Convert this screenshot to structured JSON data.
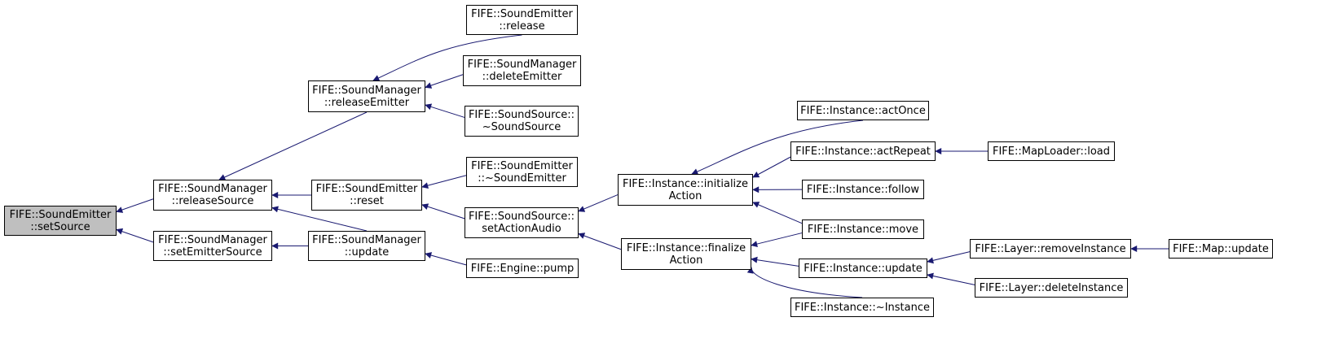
{
  "diagram": {
    "root": "n_setSource",
    "colors": {
      "edge": "#191970",
      "root_fill": "#bfbfbf",
      "node_fill": "#ffffff",
      "border": "#000000"
    },
    "nodes": [
      {
        "id": "n_setSource",
        "lines": [
          "FIFE::SoundEmitter",
          "::setSource"
        ]
      },
      {
        "id": "n_releaseSource",
        "lines": [
          "FIFE::SoundManager",
          "::releaseSource"
        ]
      },
      {
        "id": "n_setEmitterSource",
        "lines": [
          "FIFE::SoundManager",
          "::setEmitterSource"
        ]
      },
      {
        "id": "n_releaseEmitter",
        "lines": [
          "FIFE::SoundManager",
          "::releaseEmitter"
        ]
      },
      {
        "id": "n_reset",
        "lines": [
          "FIFE::SoundEmitter",
          "::reset"
        ]
      },
      {
        "id": "n_smUpdate",
        "lines": [
          "FIFE::SoundManager",
          "::update"
        ]
      },
      {
        "id": "n_release",
        "lines": [
          "FIFE::SoundEmitter",
          "::release"
        ]
      },
      {
        "id": "n_deleteEmitter",
        "lines": [
          "FIFE::SoundManager",
          "::deleteEmitter"
        ]
      },
      {
        "id": "n_dtorSoundSource",
        "lines": [
          "FIFE::SoundSource::",
          "~SoundSource"
        ]
      },
      {
        "id": "n_dtorSoundEmitter",
        "lines": [
          "FIFE::SoundEmitter",
          "::~SoundEmitter"
        ]
      },
      {
        "id": "n_setActionAudio",
        "lines": [
          "FIFE::SoundSource::",
          "setActionAudio"
        ]
      },
      {
        "id": "n_pump",
        "lines": [
          "FIFE::Engine::pump"
        ]
      },
      {
        "id": "n_initializeAction",
        "lines": [
          "FIFE::Instance::initialize",
          "Action"
        ]
      },
      {
        "id": "n_finalizeAction",
        "lines": [
          "FIFE::Instance::finalize",
          "Action"
        ]
      },
      {
        "id": "n_actOnce",
        "lines": [
          "FIFE::Instance::actOnce"
        ]
      },
      {
        "id": "n_actRepeat",
        "lines": [
          "FIFE::Instance::actRepeat"
        ]
      },
      {
        "id": "n_follow",
        "lines": [
          "FIFE::Instance::follow"
        ]
      },
      {
        "id": "n_move",
        "lines": [
          "FIFE::Instance::move"
        ]
      },
      {
        "id": "n_instUpdate",
        "lines": [
          "FIFE::Instance::update"
        ]
      },
      {
        "id": "n_dtorInstance",
        "lines": [
          "FIFE::Instance::~Instance"
        ]
      },
      {
        "id": "n_mapLoaderLoad",
        "lines": [
          "FIFE::MapLoader::load"
        ]
      },
      {
        "id": "n_removeInstance",
        "lines": [
          "FIFE::Layer::removeInstance"
        ]
      },
      {
        "id": "n_deleteInstance",
        "lines": [
          "FIFE::Layer::deleteInstance"
        ]
      },
      {
        "id": "n_mapUpdate",
        "lines": [
          "FIFE::Map::update"
        ]
      }
    ],
    "edges": [
      {
        "from": "n_releaseSource",
        "to": "n_setSource"
      },
      {
        "from": "n_setEmitterSource",
        "to": "n_setSource"
      },
      {
        "from": "n_releaseEmitter",
        "to": "n_releaseSource"
      },
      {
        "from": "n_reset",
        "to": "n_releaseSource"
      },
      {
        "from": "n_smUpdate",
        "to": "n_releaseSource"
      },
      {
        "from": "n_smUpdate",
        "to": "n_setEmitterSource"
      },
      {
        "from": "n_release",
        "to": "n_releaseEmitter"
      },
      {
        "from": "n_deleteEmitter",
        "to": "n_releaseEmitter"
      },
      {
        "from": "n_dtorSoundSource",
        "to": "n_releaseEmitter"
      },
      {
        "from": "n_dtorSoundEmitter",
        "to": "n_reset"
      },
      {
        "from": "n_setActionAudio",
        "to": "n_reset"
      },
      {
        "from": "n_pump",
        "to": "n_smUpdate"
      },
      {
        "from": "n_initializeAction",
        "to": "n_setActionAudio"
      },
      {
        "from": "n_finalizeAction",
        "to": "n_setActionAudio"
      },
      {
        "from": "n_actOnce",
        "to": "n_initializeAction"
      },
      {
        "from": "n_actRepeat",
        "to": "n_initializeAction"
      },
      {
        "from": "n_follow",
        "to": "n_initializeAction"
      },
      {
        "from": "n_move",
        "to": "n_initializeAction"
      },
      {
        "from": "n_move",
        "to": "n_finalizeAction"
      },
      {
        "from": "n_instUpdate",
        "to": "n_finalizeAction"
      },
      {
        "from": "n_dtorInstance",
        "to": "n_finalizeAction"
      },
      {
        "from": "n_mapLoaderLoad",
        "to": "n_actRepeat"
      },
      {
        "from": "n_removeInstance",
        "to": "n_instUpdate"
      },
      {
        "from": "n_deleteInstance",
        "to": "n_instUpdate"
      },
      {
        "from": "n_mapUpdate",
        "to": "n_removeInstance"
      }
    ]
  }
}
